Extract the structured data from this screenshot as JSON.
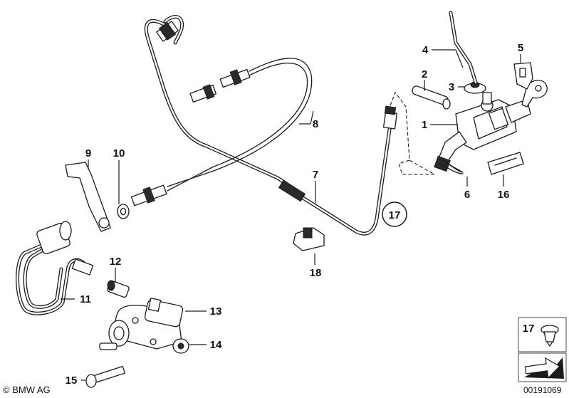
{
  "callouts": [
    "1",
    "2",
    "3",
    "4",
    "5",
    "6",
    "7",
    "8",
    "9",
    "10",
    "11",
    "12",
    "13",
    "14",
    "15",
    "16",
    "17",
    "18"
  ],
  "circled_callout": "17",
  "inset": {
    "label": "17"
  },
  "footer": {
    "brand": "BMW AG",
    "brand_symbol": "©",
    "doc_number": "00191069"
  }
}
